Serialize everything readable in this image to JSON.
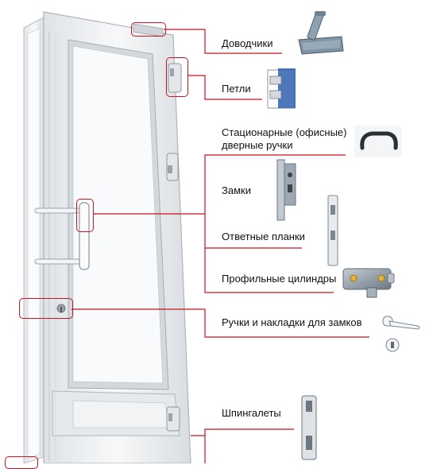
{
  "components": [
    {
      "label": "Доводчики"
    },
    {
      "label": "Петли"
    },
    {
      "label": "Стационарные (офисные) дверные ручки"
    },
    {
      "label": "Замки"
    },
    {
      "label": "Ответные планки"
    },
    {
      "label": "Профильные цилиндры"
    },
    {
      "label": "Ручки и накладки для замков"
    },
    {
      "label": "Шпингалеты"
    }
  ],
  "colors": {
    "callout": "#c8141e",
    "frame": "#eef0f2",
    "glass": "#f9fbfd",
    "metal": "#8e9aa6"
  }
}
